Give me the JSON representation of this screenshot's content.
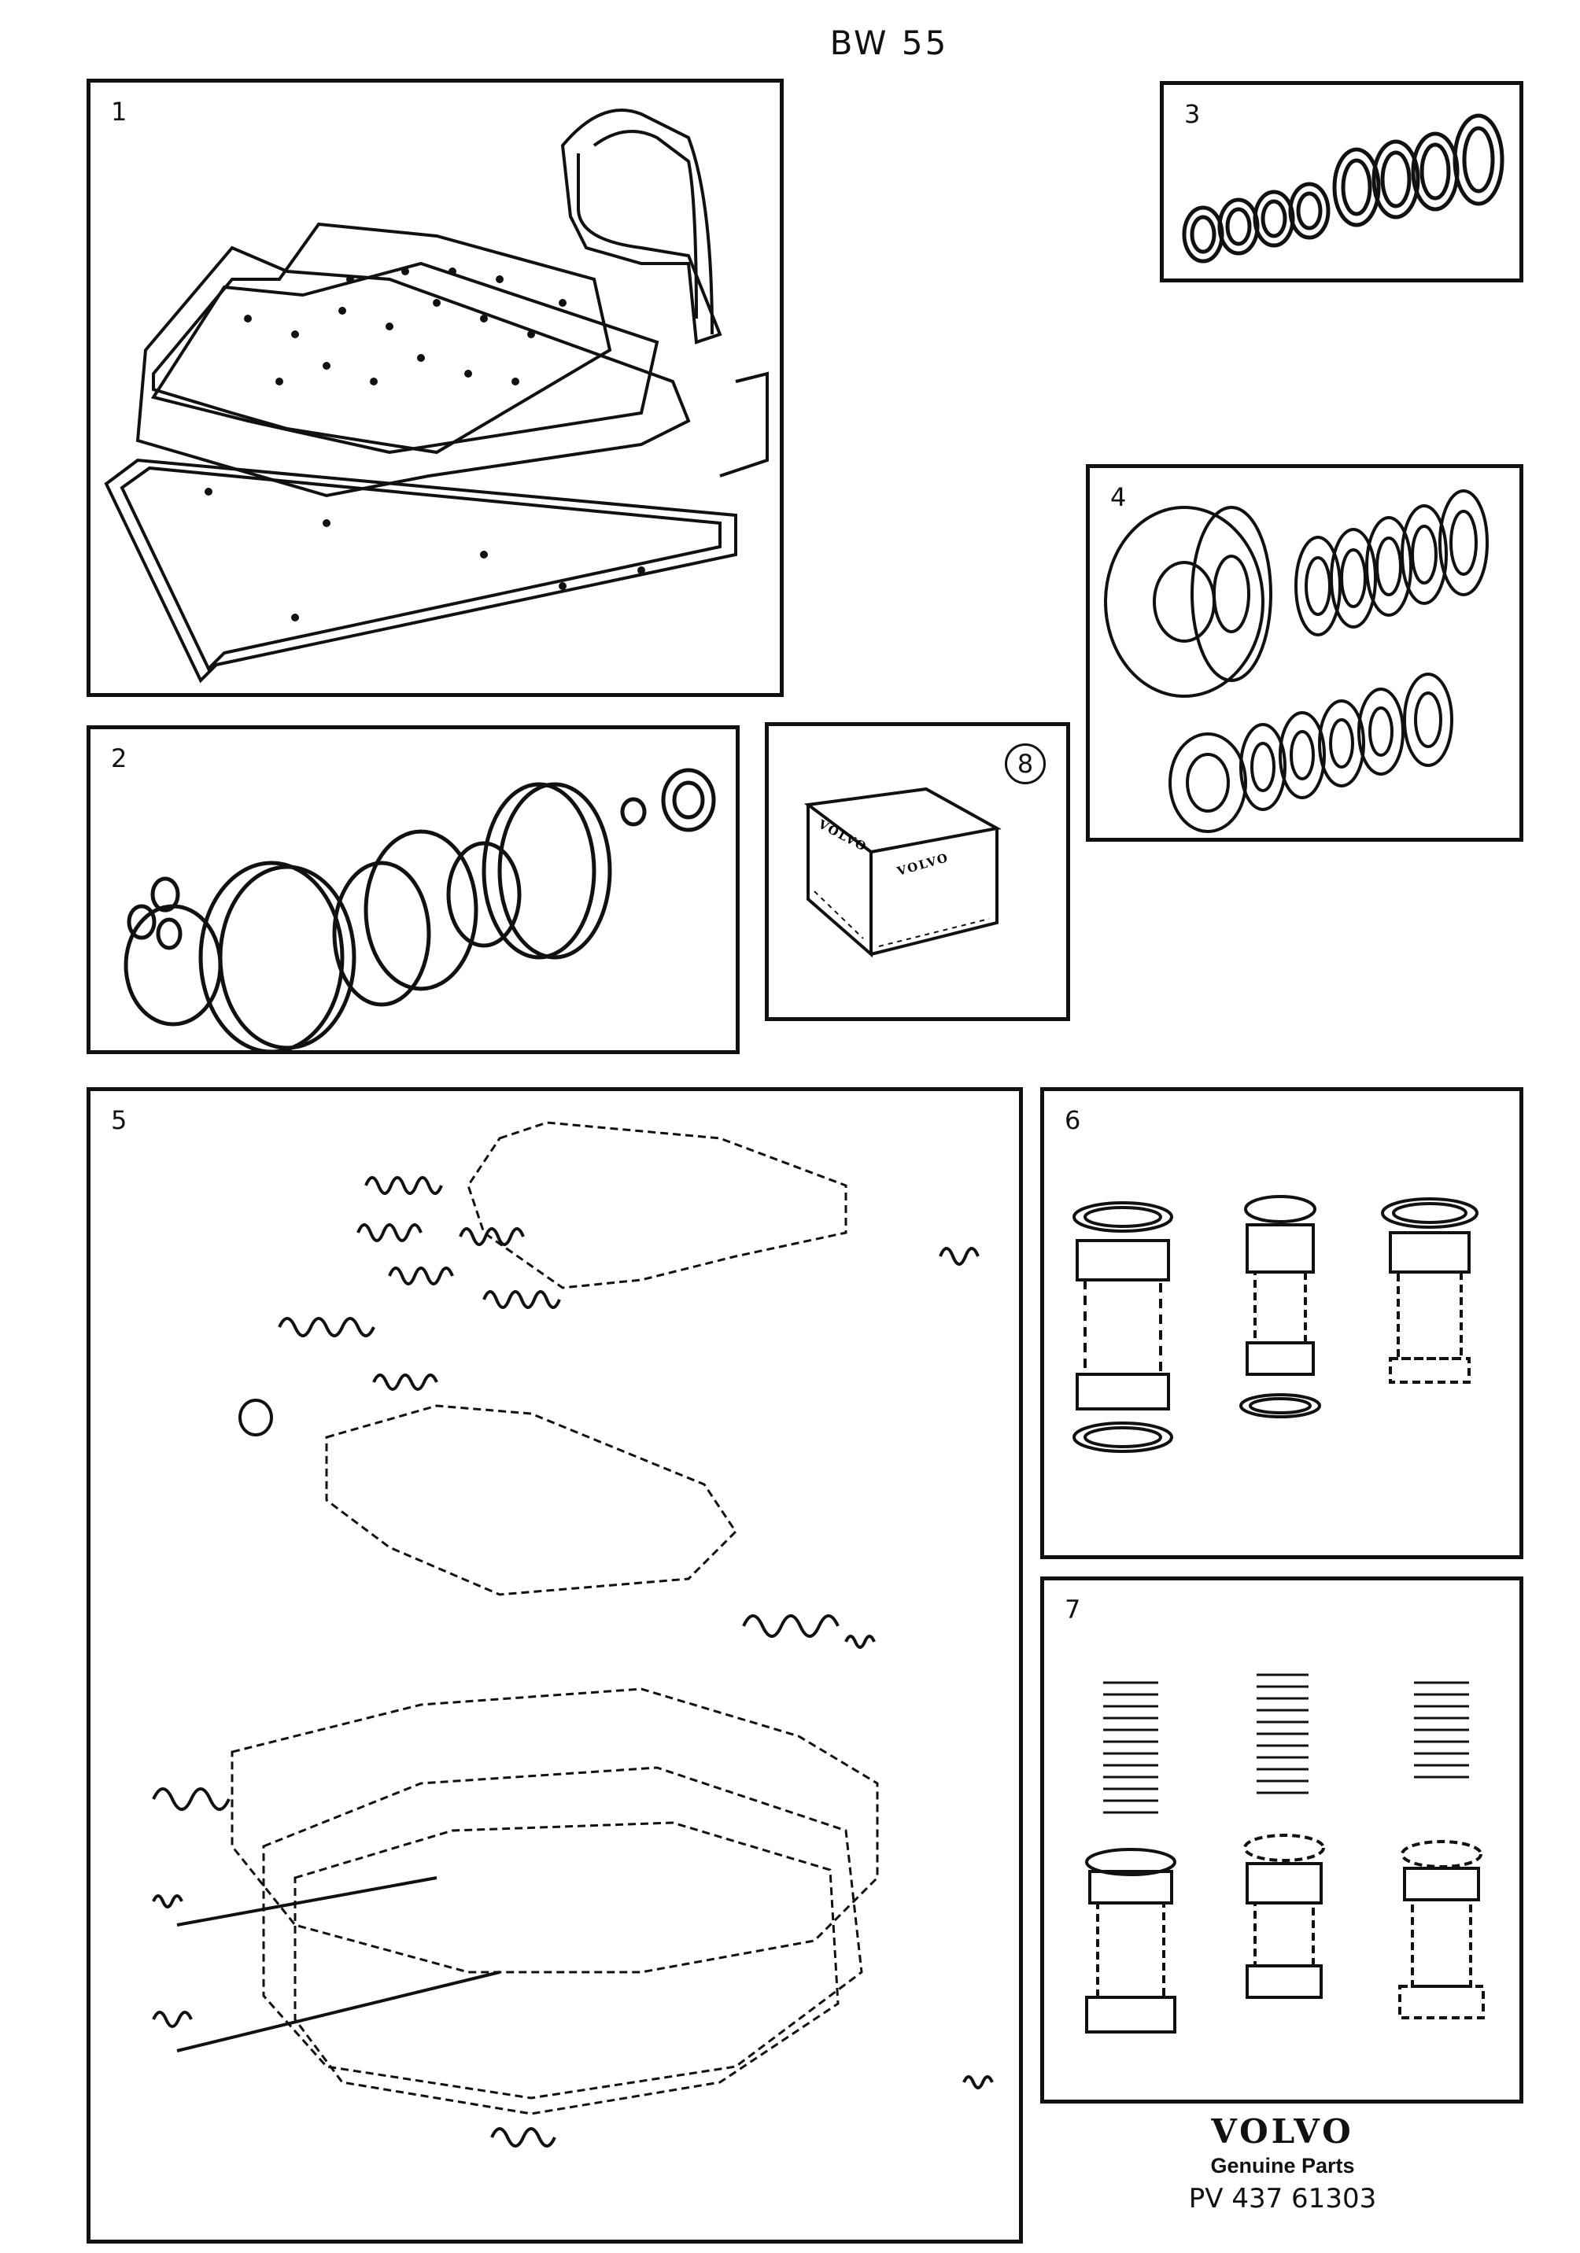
{
  "header": {
    "title": "BW 55"
  },
  "panels": [
    {
      "number": "1",
      "icon": "gasket-set-icon"
    },
    {
      "number": "2",
      "icon": "o-ring-seal-kit-icon"
    },
    {
      "number": "3",
      "icon": "piston-ring-set-icon"
    },
    {
      "number": "4",
      "icon": "thrust-washer-bearing-set-icon"
    },
    {
      "number": "5",
      "icon": "valve-body-springs-icon"
    },
    {
      "number": "6",
      "icon": "valve-piston-set-icon"
    },
    {
      "number": "7",
      "icon": "spring-and-piston-set-icon"
    },
    {
      "number": "8",
      "icon": "parts-box-icon",
      "box_label": "VOLVO"
    }
  ],
  "footer": {
    "brand": "VOLVO",
    "tagline": "Genuine Parts",
    "part_number": "PV 437  61303"
  }
}
